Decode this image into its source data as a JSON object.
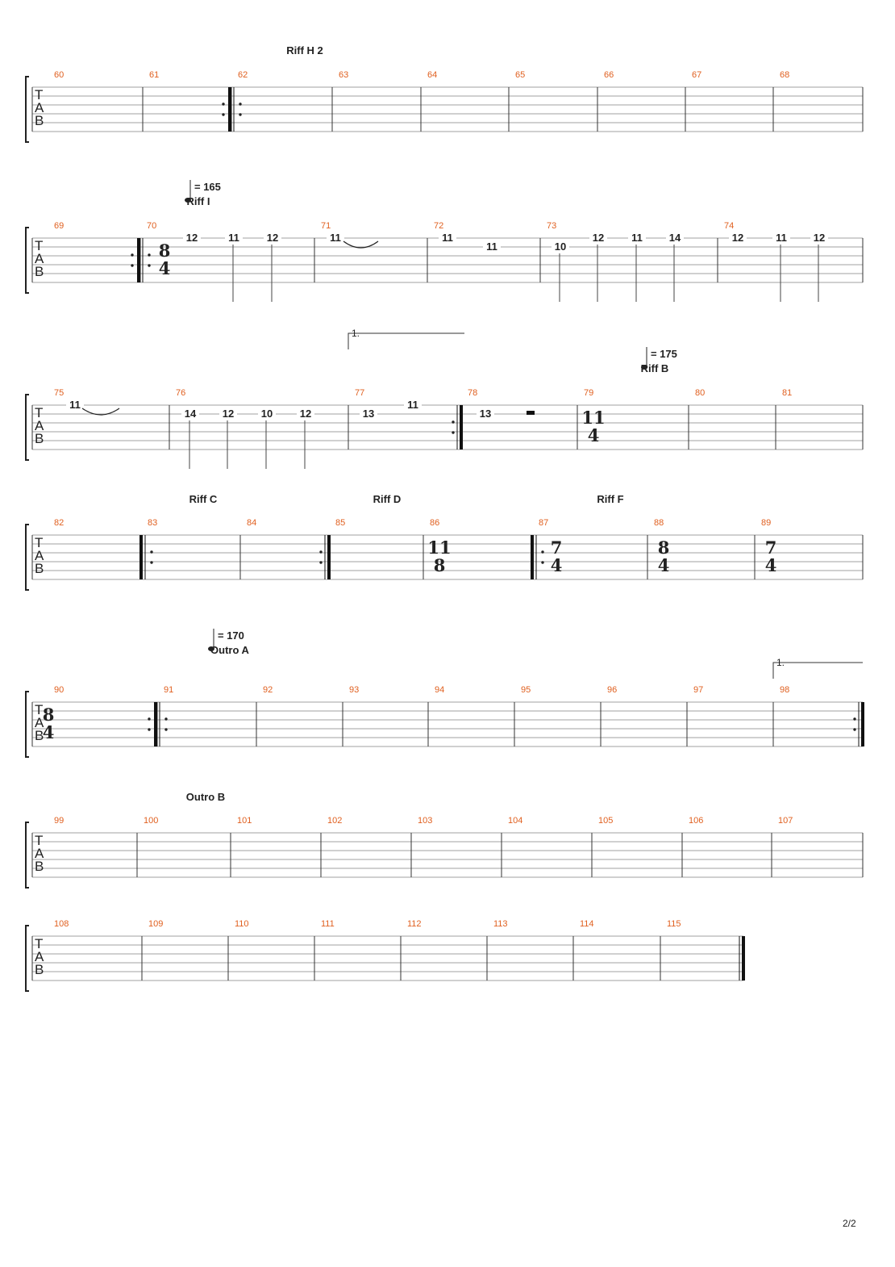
{
  "page": {
    "label": "2/2"
  },
  "clef_letters": [
    "T",
    "A",
    "B"
  ],
  "colors": {
    "measure_number": "#e06020",
    "staff_line": "#a0a0a0",
    "ink": "#222222"
  },
  "systems": [
    {
      "markers": [
        {
          "text": "Riff H 2"
        }
      ],
      "measures": [
        {
          "num": "60"
        },
        {
          "num": "61",
          "repeat_end": true
        },
        {
          "num": "62",
          "repeat_start": true
        },
        {
          "num": "63"
        },
        {
          "num": "64"
        },
        {
          "num": "65"
        },
        {
          "num": "66"
        },
        {
          "num": "67"
        },
        {
          "num": "68"
        }
      ]
    },
    {
      "tempos": [
        {
          "value": "= 165"
        }
      ],
      "markers": [
        {
          "text": "Riff I"
        }
      ],
      "measures": [
        {
          "num": "69",
          "repeat_end": true
        },
        {
          "num": "70",
          "repeat_start": true,
          "timesig": [
            "8",
            "4"
          ],
          "notes": [
            "12",
            "11",
            "12"
          ]
        },
        {
          "num": "71",
          "notes": [
            "11"
          ]
        },
        {
          "num": "72",
          "notes": [
            "11",
            "11"
          ]
        },
        {
          "num": "73",
          "notes": [
            "10",
            "12",
            "11",
            "14"
          ]
        },
        {
          "num": "74",
          "notes": [
            "12",
            "11",
            "12"
          ]
        }
      ]
    },
    {
      "voltas": [
        {
          "text": "1."
        }
      ],
      "tempos": [
        {
          "value": "= 175"
        }
      ],
      "markers": [
        {
          "text": "Riff B"
        }
      ],
      "measures": [
        {
          "num": "75",
          "notes": [
            "11"
          ]
        },
        {
          "num": "76",
          "notes": [
            "14",
            "12",
            "10",
            "12"
          ]
        },
        {
          "num": "77",
          "notes": [
            "13",
            "11"
          ],
          "repeat_end": true
        },
        {
          "num": "78",
          "notes": [
            "13"
          ],
          "rest": true
        },
        {
          "num": "79",
          "timesig": [
            "11",
            "4"
          ]
        },
        {
          "num": "80"
        },
        {
          "num": "81"
        }
      ]
    },
    {
      "markers": [
        {
          "text": "Riff C"
        },
        {
          "text": "Riff D"
        },
        {
          "text": "Riff F"
        }
      ],
      "measures": [
        {
          "num": "82"
        },
        {
          "num": "83",
          "repeat_start": true
        },
        {
          "num": "84",
          "repeat_end": true
        },
        {
          "num": "85"
        },
        {
          "num": "86",
          "timesig": [
            "11",
            "8"
          ]
        },
        {
          "num": "87",
          "repeat_start": true,
          "timesig": [
            "7",
            "4"
          ]
        },
        {
          "num": "88",
          "timesig": [
            "8",
            "4"
          ]
        },
        {
          "num": "89",
          "timesig": [
            "7",
            "4"
          ]
        }
      ]
    },
    {
      "voltas": [
        {
          "text": "1."
        }
      ],
      "tempos": [
        {
          "value": "= 170"
        }
      ],
      "markers": [
        {
          "text": "Outro A"
        }
      ],
      "measures": [
        {
          "num": "90",
          "timesig": [
            "8",
            "4"
          ],
          "repeat_end": true
        },
        {
          "num": "91",
          "repeat_start": true
        },
        {
          "num": "92"
        },
        {
          "num": "93"
        },
        {
          "num": "94"
        },
        {
          "num": "95"
        },
        {
          "num": "96"
        },
        {
          "num": "97"
        },
        {
          "num": "98",
          "repeat_end": true
        }
      ]
    },
    {
      "markers": [
        {
          "text": "Outro B"
        }
      ],
      "measures": [
        {
          "num": "99"
        },
        {
          "num": "100"
        },
        {
          "num": "101"
        },
        {
          "num": "102"
        },
        {
          "num": "103"
        },
        {
          "num": "104"
        },
        {
          "num": "105"
        },
        {
          "num": "106"
        },
        {
          "num": "107"
        }
      ]
    },
    {
      "measures": [
        {
          "num": "108"
        },
        {
          "num": "109"
        },
        {
          "num": "110"
        },
        {
          "num": "111"
        },
        {
          "num": "112"
        },
        {
          "num": "113"
        },
        {
          "num": "114"
        },
        {
          "num": "115",
          "final": true
        }
      ]
    }
  ]
}
